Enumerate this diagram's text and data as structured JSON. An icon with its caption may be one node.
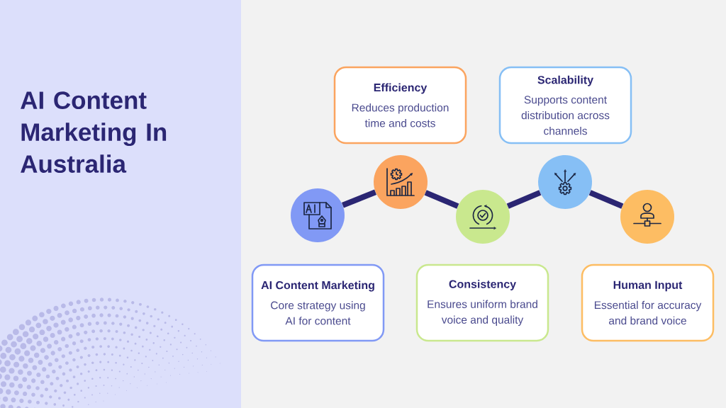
{
  "diagram": {
    "title": "AI Content Marketing In Australia",
    "nodes": [
      {
        "text": [
          "Efficiency",
          "Reduces production time and costs"
        ]
      },
      {
        "text": [
          "Scalability",
          "Supports content distribution across channels"
        ]
      },
      {
        "text": [],
        "shape": "circle"
      },
      {
        "text": [],
        "shape": "circle"
      },
      {
        "text": [],
        "shape": "circle"
      },
      {
        "text": [],
        "shape": "circle"
      },
      {
        "text": [],
        "shape": "circle"
      },
      {
        "text": [
          "AI Content Marketing",
          "Core strategy using AI for content"
        ]
      },
      {
        "text": [
          "Consistency",
          "Ensures uniform brand voice and quality"
        ]
      },
      {
        "text": [
          "Human Input",
          "Essential for accuracy and brand voice"
        ]
      }
    ],
    "edges": [
      {
        "from": 2,
        "to": 3,
        "arrow": "none"
      },
      {
        "from": 3,
        "to": 4,
        "arrow": "none"
      },
      {
        "from": 4,
        "to": 5,
        "arrow": "none"
      },
      {
        "from": 5,
        "to": 6,
        "arrow": "none"
      }
    ]
  }
}
